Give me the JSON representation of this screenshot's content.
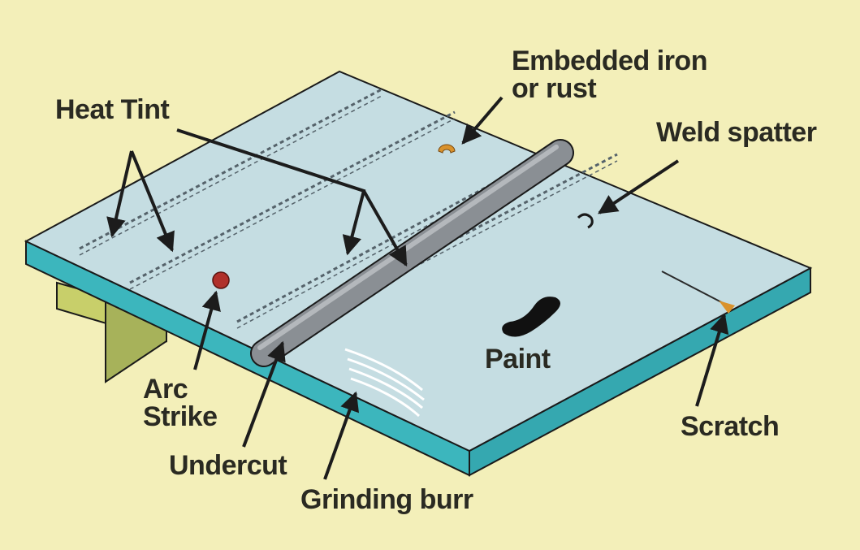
{
  "labels": {
    "heat_tint": "Heat Tint",
    "embedded_iron": [
      "Embedded iron",
      "or rust"
    ],
    "weld_spatter": "Weld spatter",
    "arc_strike": [
      "Arc",
      "Strike"
    ],
    "paint": "Paint",
    "scratch": "Scratch",
    "undercut": "Undercut",
    "grinding_burr": "Grinding burr"
  },
  "colors": {
    "background": "#f3efb9",
    "plate_top": "#c5dde2",
    "plate_edge": "#3cb6bd",
    "weld_bead": "#8a8f94",
    "bracket": "#a8b35a",
    "arc_strike": "#b0302a",
    "rust": "#d9922c",
    "paint": "#111111",
    "arrow": "#1c1c1c"
  }
}
